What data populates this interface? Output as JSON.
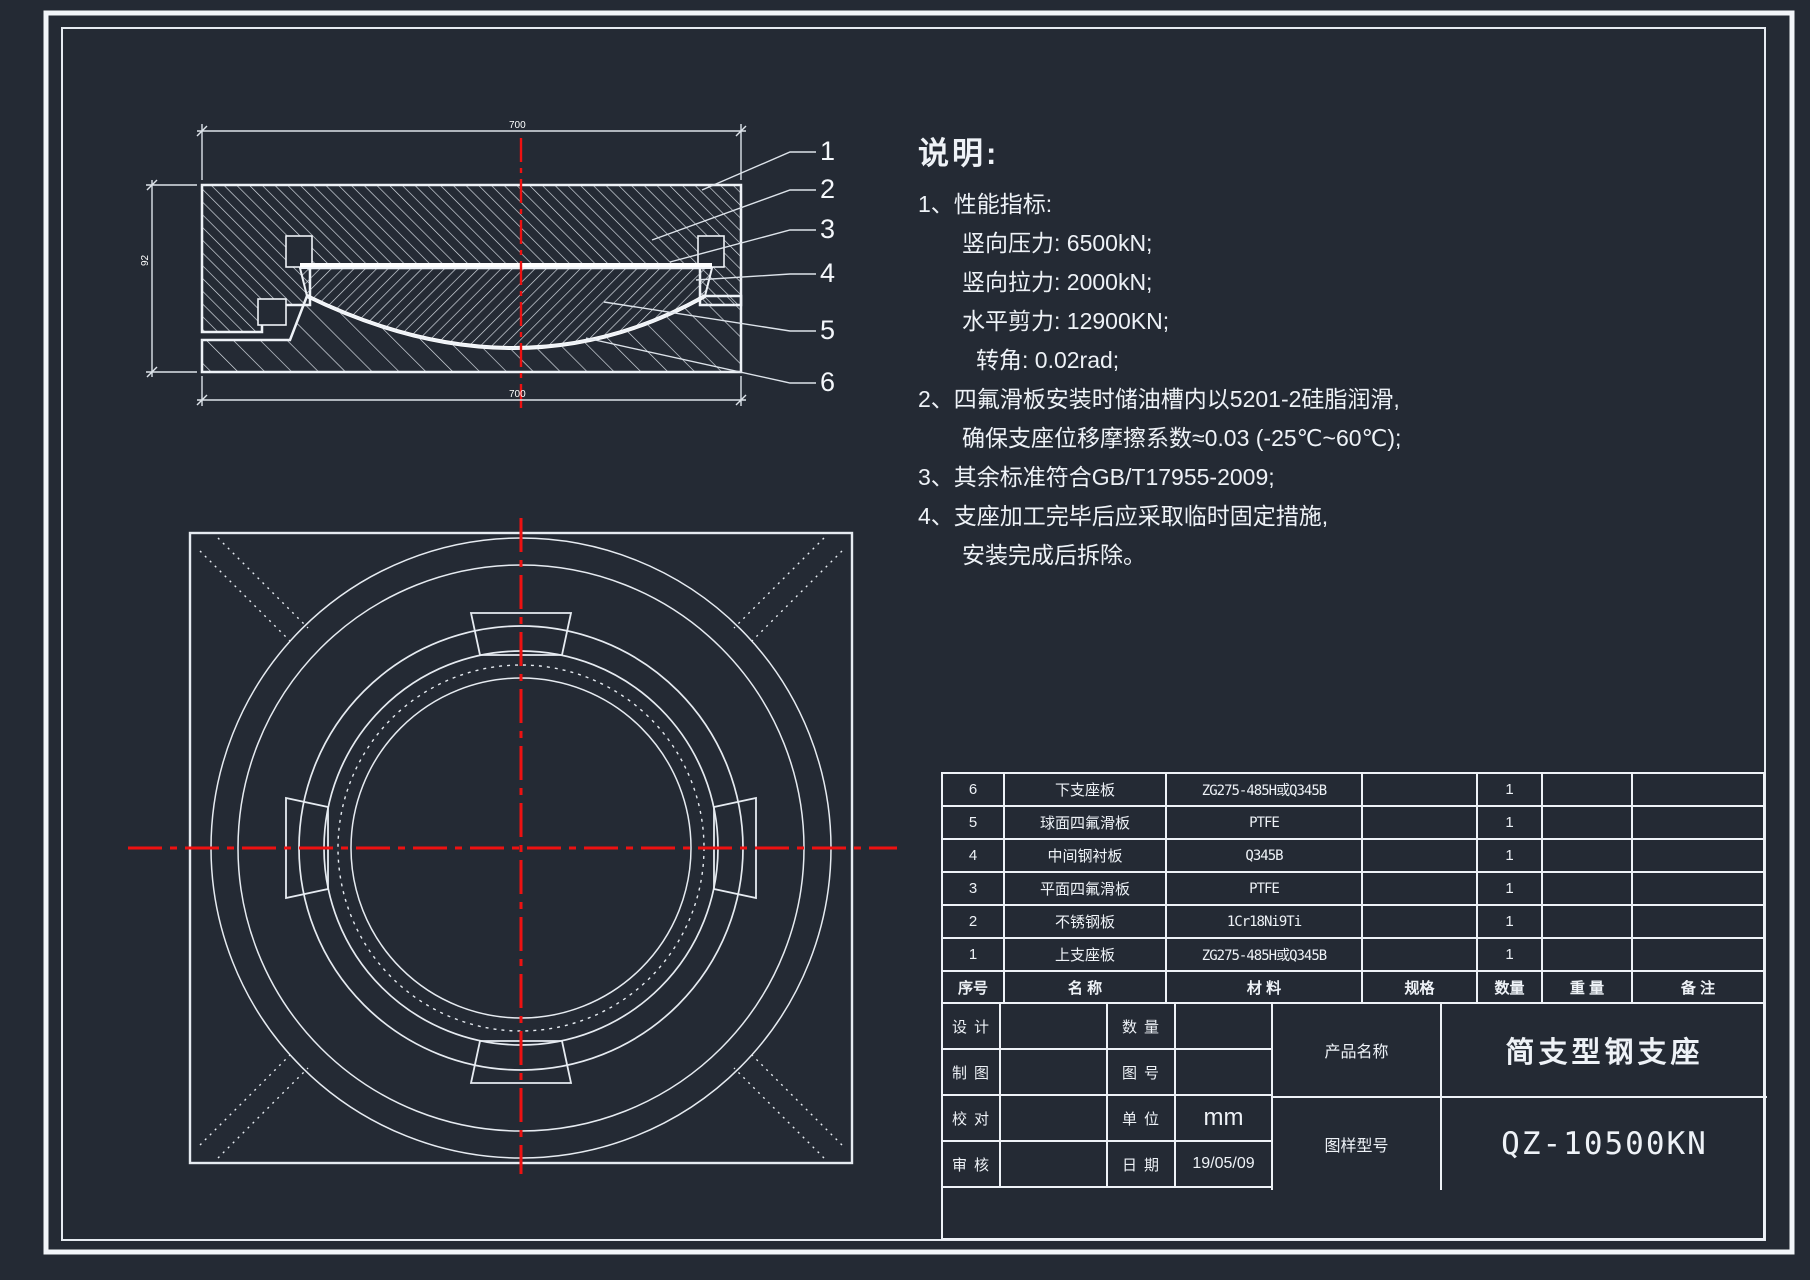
{
  "colors": {
    "background": "#242a34",
    "line": "#eef2f7",
    "red": "#ee1111"
  },
  "section_view": {
    "dim_top": "700",
    "dim_bottom": "700",
    "dim_left": "92",
    "callouts": [
      "1",
      "2",
      "3",
      "4",
      "5",
      "6"
    ]
  },
  "notes": {
    "title": "说明:",
    "lines": [
      {
        "text": "1、性能指标:"
      },
      {
        "text": "竖向压力: 6500kN;"
      },
      {
        "text": "竖向拉力: 2000kN;"
      },
      {
        "text": "水平剪力: 12900KN;"
      },
      {
        "text": "转角: 0.02rad;"
      },
      {
        "text": "2、四氟滑板安装时储油槽内以5201-2硅脂润滑,"
      },
      {
        "text": "确保支座位移摩擦系数≈0.03 (-25℃~60℃);"
      },
      {
        "text": "3、其余标准符合GB/T17955-2009;"
      },
      {
        "text": "4、支座加工完毕后应采取临时固定措施,"
      },
      {
        "text": "安装完成后拆除。"
      }
    ]
  },
  "bom": {
    "headers": [
      "序号",
      "名  称",
      "材  料",
      "规格",
      "数量",
      "重  量",
      "备  注"
    ],
    "rows": [
      {
        "no": "6",
        "name": "下支座板",
        "material": "ZG275-485H或Q345B",
        "spec": "",
        "qty": "1",
        "weight": "",
        "note": ""
      },
      {
        "no": "5",
        "name": "球面四氟滑板",
        "material": "PTFE",
        "spec": "",
        "qty": "1",
        "weight": "",
        "note": ""
      },
      {
        "no": "4",
        "name": "中间钢衬板",
        "material": "Q345B",
        "spec": "",
        "qty": "1",
        "weight": "",
        "note": ""
      },
      {
        "no": "3",
        "name": "平面四氟滑板",
        "material": "PTFE",
        "spec": "",
        "qty": "1",
        "weight": "",
        "note": ""
      },
      {
        "no": "2",
        "name": "不锈钢板",
        "material": "1Cr18Ni9Ti",
        "spec": "",
        "qty": "1",
        "weight": "",
        "note": ""
      },
      {
        "no": "1",
        "name": "上支座板",
        "material": "ZG275-485H或Q345B",
        "spec": "",
        "qty": "1",
        "weight": "",
        "note": ""
      }
    ]
  },
  "title_block": {
    "rows": [
      {
        "label": "设计",
        "value": "",
        "label2": "数量",
        "value2": ""
      },
      {
        "label": "制图",
        "value": "",
        "label2": "图号",
        "value2": ""
      },
      {
        "label": "校对",
        "value": "",
        "label2": "单位",
        "value2": "mm"
      },
      {
        "label": "审核",
        "value": "",
        "label2": "日期",
        "value2": "19/05/09"
      }
    ],
    "product_label": "产品名称",
    "product_value": "简支型钢支座",
    "model_label": "图样型号",
    "model_value": "QZ-10500KN"
  }
}
